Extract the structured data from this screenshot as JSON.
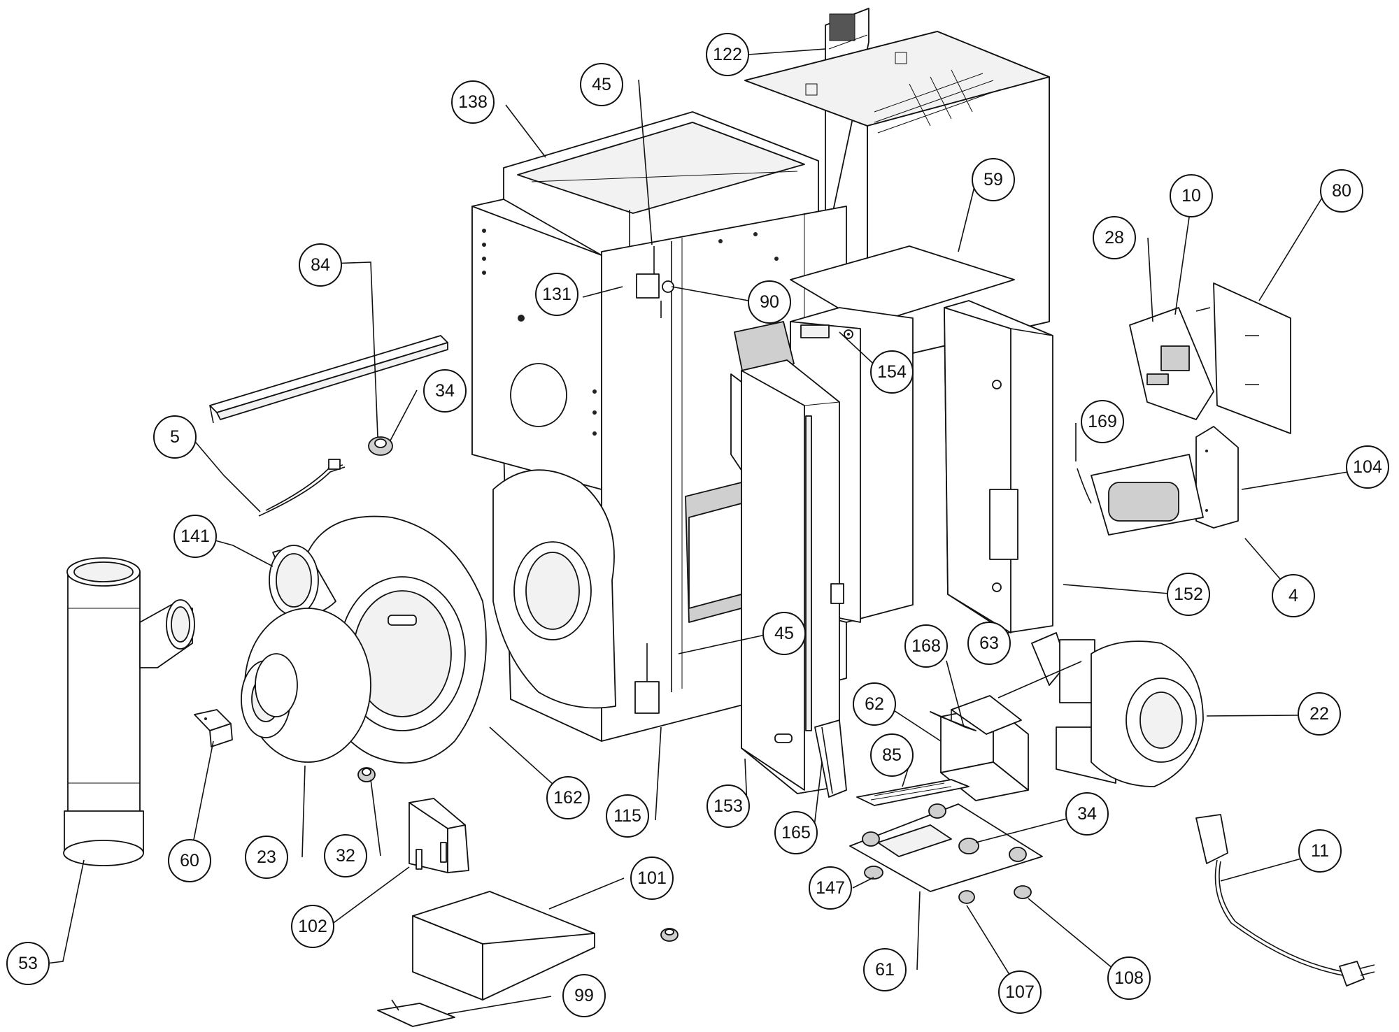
{
  "title": "",
  "callouts": [
    {
      "id": "c4",
      "label": "4"
    },
    {
      "id": "c5",
      "label": "5"
    },
    {
      "id": "c10",
      "label": "10"
    },
    {
      "id": "c11",
      "label": "11"
    },
    {
      "id": "c22",
      "label": "22"
    },
    {
      "id": "c23",
      "label": "23"
    },
    {
      "id": "c28",
      "label": "28"
    },
    {
      "id": "c32",
      "label": "32"
    },
    {
      "id": "c34a",
      "label": "34"
    },
    {
      "id": "c34b",
      "label": "34"
    },
    {
      "id": "c45a",
      "label": "45"
    },
    {
      "id": "c45b",
      "label": "45"
    },
    {
      "id": "c53",
      "label": "53"
    },
    {
      "id": "c59",
      "label": "59"
    },
    {
      "id": "c60",
      "label": "60"
    },
    {
      "id": "c61",
      "label": "61"
    },
    {
      "id": "c62",
      "label": "62"
    },
    {
      "id": "c63",
      "label": "63"
    },
    {
      "id": "c80",
      "label": "80"
    },
    {
      "id": "c84",
      "label": "84"
    },
    {
      "id": "c85",
      "label": "85"
    },
    {
      "id": "c90",
      "label": "90"
    },
    {
      "id": "c99",
      "label": "99"
    },
    {
      "id": "c101",
      "label": "101"
    },
    {
      "id": "c102",
      "label": "102"
    },
    {
      "id": "c104",
      "label": "104"
    },
    {
      "id": "c107",
      "label": "107"
    },
    {
      "id": "c108",
      "label": "108"
    },
    {
      "id": "c115",
      "label": "115"
    },
    {
      "id": "c122",
      "label": "122"
    },
    {
      "id": "c131",
      "label": "131"
    },
    {
      "id": "c138",
      "label": "138"
    },
    {
      "id": "c141",
      "label": "141"
    },
    {
      "id": "c147",
      "label": "147"
    },
    {
      "id": "c152",
      "label": "152"
    },
    {
      "id": "c153",
      "label": "153"
    },
    {
      "id": "c154",
      "label": "154"
    },
    {
      "id": "c162",
      "label": "162"
    },
    {
      "id": "c165",
      "label": "165"
    },
    {
      "id": "c168",
      "label": "168"
    },
    {
      "id": "c169",
      "label": "169"
    }
  ]
}
